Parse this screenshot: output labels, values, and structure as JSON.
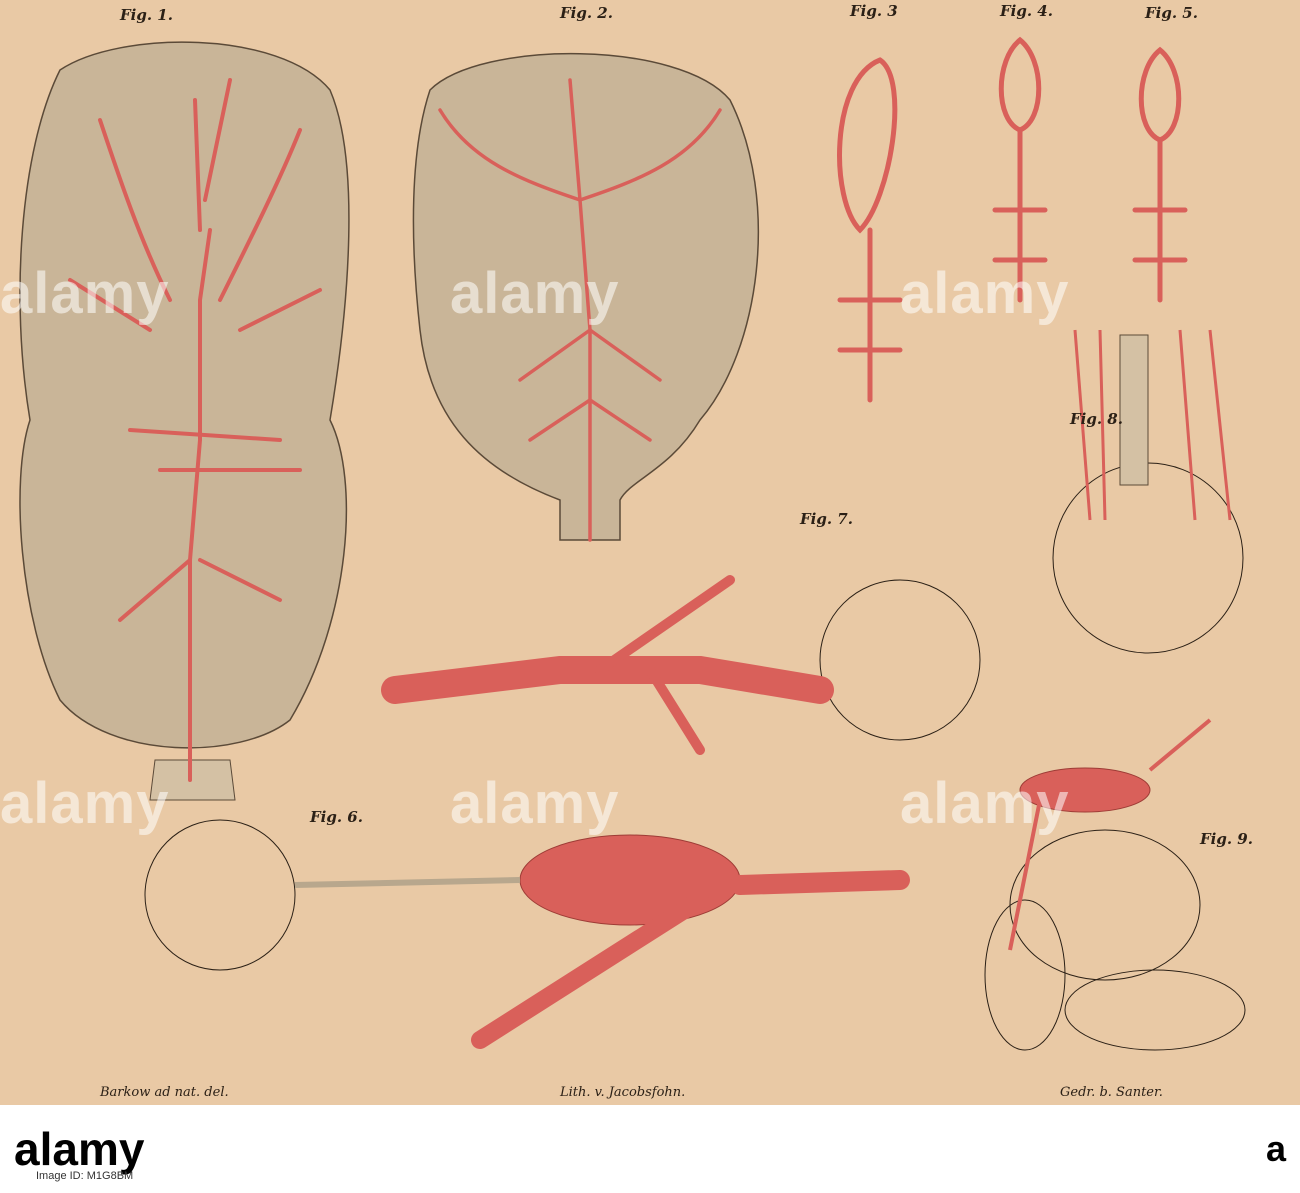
{
  "figure_labels": {
    "fig1": "Fig. 1.",
    "fig2": "Fig. 2.",
    "fig3": "Fig. 3",
    "fig4": "Fig. 4.",
    "fig5": "Fig. 5.",
    "fig6": "Fig. 6.",
    "fig7": "Fig. 7.",
    "fig8": "Fig. 8.",
    "fig9": "Fig. 9."
  },
  "credits": {
    "left": "Barkow ad nat. del.",
    "center": "Lith. v. Jacobsfohn.",
    "right": "Gedr. b. Santer."
  },
  "watermark": "alamy",
  "stock_strip": {
    "logo": "alamy",
    "image_id": "Image ID: M1G8BM",
    "stock_site": "a"
  },
  "colors": {
    "paper": "#e9c9a5",
    "artery": "#d9605a",
    "ink": "#2b2016"
  }
}
